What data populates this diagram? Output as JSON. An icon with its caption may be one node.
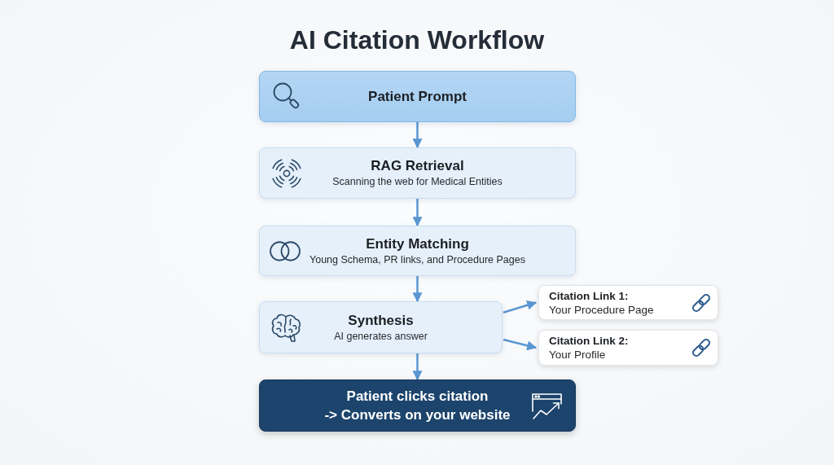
{
  "diagram": {
    "title": "AI Citation Workflow",
    "nodes": [
      {
        "text": [
          "Patient Prompt"
        ]
      },
      {
        "text": [
          "RAG Retrieval",
          "Scanning the web for Medical Entities"
        ]
      },
      {
        "text": [
          "Entity Matching",
          "Young Schema, PR links, and Procedure Pages"
        ]
      },
      {
        "text": [
          "Synthesis",
          "AI generates answer"
        ]
      },
      {
        "text": [
          "Citation Link 1:",
          "Your Procedure Page"
        ]
      },
      {
        "text": [
          "Citation Link 2:",
          "Your Profile"
        ]
      },
      {
        "text": [
          "Patient clicks citation",
          "-> Converts on your website"
        ]
      }
    ],
    "edges": [
      {
        "from": 0,
        "to": 1,
        "arrow": "to"
      },
      {
        "from": 1,
        "to": 2,
        "arrow": "to"
      },
      {
        "from": 2,
        "to": 3,
        "arrow": "to"
      },
      {
        "from": 3,
        "to": 4,
        "arrow": "to"
      },
      {
        "from": 3,
        "to": 5,
        "arrow": "to"
      },
      {
        "from": 3,
        "to": 6,
        "arrow": "to"
      }
    ]
  }
}
